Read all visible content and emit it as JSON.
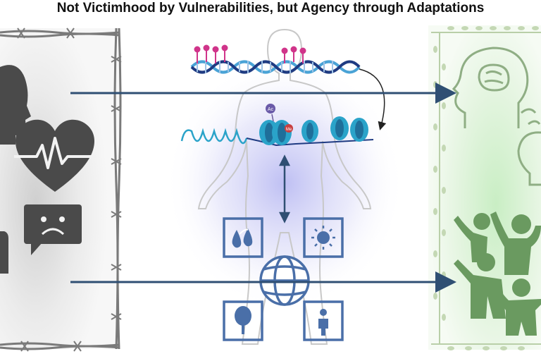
{
  "title": "Not Victimhood by Vulnerabilities, but Agency through Adaptations",
  "epigenetic_marks": {
    "acetyl_label": "Ac",
    "methyl_label": "Me"
  },
  "colors": {
    "title_text": "#111111",
    "left_panel_icons": "#4a4a4a",
    "barbed_wire": "#7a7a7a",
    "arrows": "#2f4f73",
    "center_icons": "#4a6fa8",
    "dna_strand_a": "#4aa3d6",
    "dna_strand_b": "#1f3b82",
    "chromatin": "#2aa3c9",
    "methyl_tags": "#d0348a",
    "body_outline": "#c8c8c8",
    "right_panel_icons": "#6a9a60",
    "vine_frame": "#b9cfa8"
  },
  "icons": {
    "left": [
      "head-profile-icon",
      "heartbeat-icon",
      "sad-speech-bubble-icon",
      "person-fragment-icon"
    ],
    "center": [
      "water-drops-icon",
      "sun-icon",
      "globe-icon",
      "tree-icon",
      "person-icon"
    ],
    "right": [
      "brain-growth-head-icon",
      "lightbulb-icon",
      "community-group-icon"
    ]
  }
}
